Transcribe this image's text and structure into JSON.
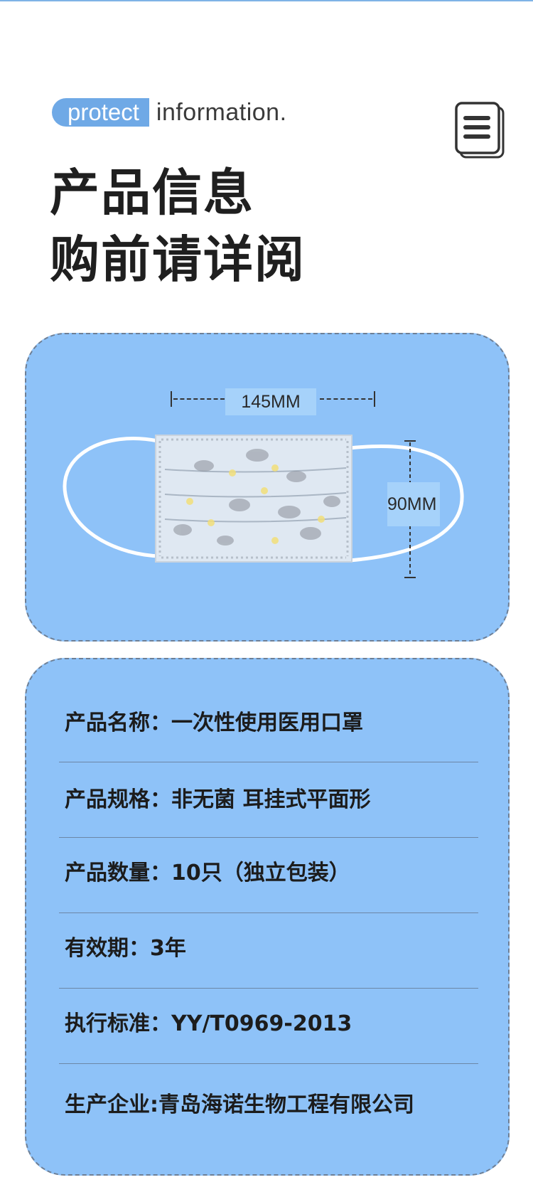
{
  "header": {
    "tag_highlight": "protect",
    "tag_rest": "information.",
    "title_line1": "产品信息",
    "title_line2": "购前请详阅"
  },
  "icons": {
    "document": "document-list-icon"
  },
  "colors": {
    "accent": "#6fa9e6",
    "card_bg": "#8ec2f8",
    "text_dark": "#1f1f1f"
  },
  "dimensions": {
    "width_label": "145MM",
    "height_label": "90MM"
  },
  "info_rows": [
    "产品名称：一次性使用医用口罩",
    "产品规格：非无菌 耳挂式平面形",
    "产品数量：10只（独立包装）",
    "有效期：3年",
    "执行标准：YY/T0969-2013",
    "生产企业:青岛海诺生物工程有限公司"
  ]
}
